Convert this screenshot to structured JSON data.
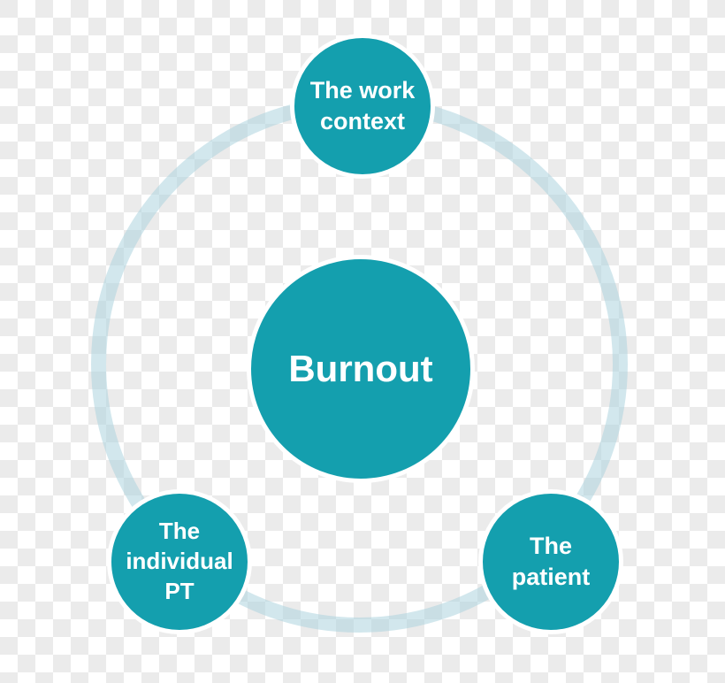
{
  "diagram": {
    "center": {
      "id": "burnout",
      "label": "Burnout",
      "position": "center"
    },
    "nodes": [
      {
        "id": "work-context",
        "label": "The work\ncontext",
        "position": "top"
      },
      {
        "id": "individual-pt",
        "label": "The\nindividual\nPT",
        "position": "bottom-left"
      },
      {
        "id": "patient",
        "label": "The\npatient",
        "position": "bottom-right"
      }
    ],
    "connector": {
      "shape": "ring",
      "style": "translucent light blue circle passing behind satellite nodes"
    },
    "colors": {
      "node_fill": "#149fae",
      "node_border": "#ffffff",
      "label_text": "#ffffff",
      "ring": "rgba(173,211,222,0.55)",
      "checker_light": "#ffffff",
      "checker_dark": "#ebebeb"
    },
    "background": "transparency-checkerboard"
  }
}
